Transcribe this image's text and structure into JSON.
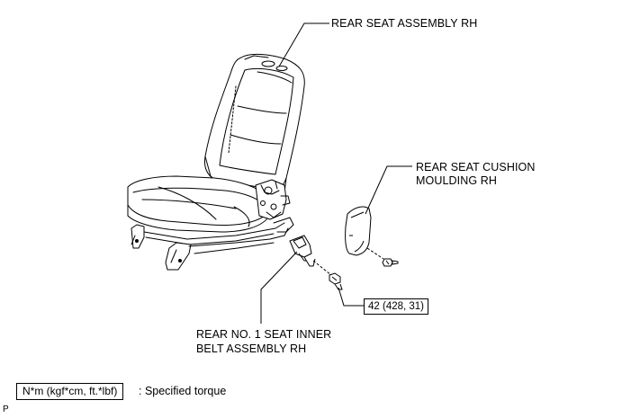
{
  "labels": {
    "rear_seat_assembly": "REAR SEAT ASSEMBLY RH",
    "cushion_moulding_line1": "REAR SEAT CUSHION",
    "cushion_moulding_line2": "MOULDING RH",
    "belt_line1": "REAR NO. 1 SEAT INNER",
    "belt_line2": "BELT ASSEMBLY RH",
    "torque_value": "42 (428, 31)"
  },
  "legend": {
    "unit": "N*m (kgf*cm, ft.*lbf)",
    "description": ": Specified torque"
  },
  "page_code": "P"
}
